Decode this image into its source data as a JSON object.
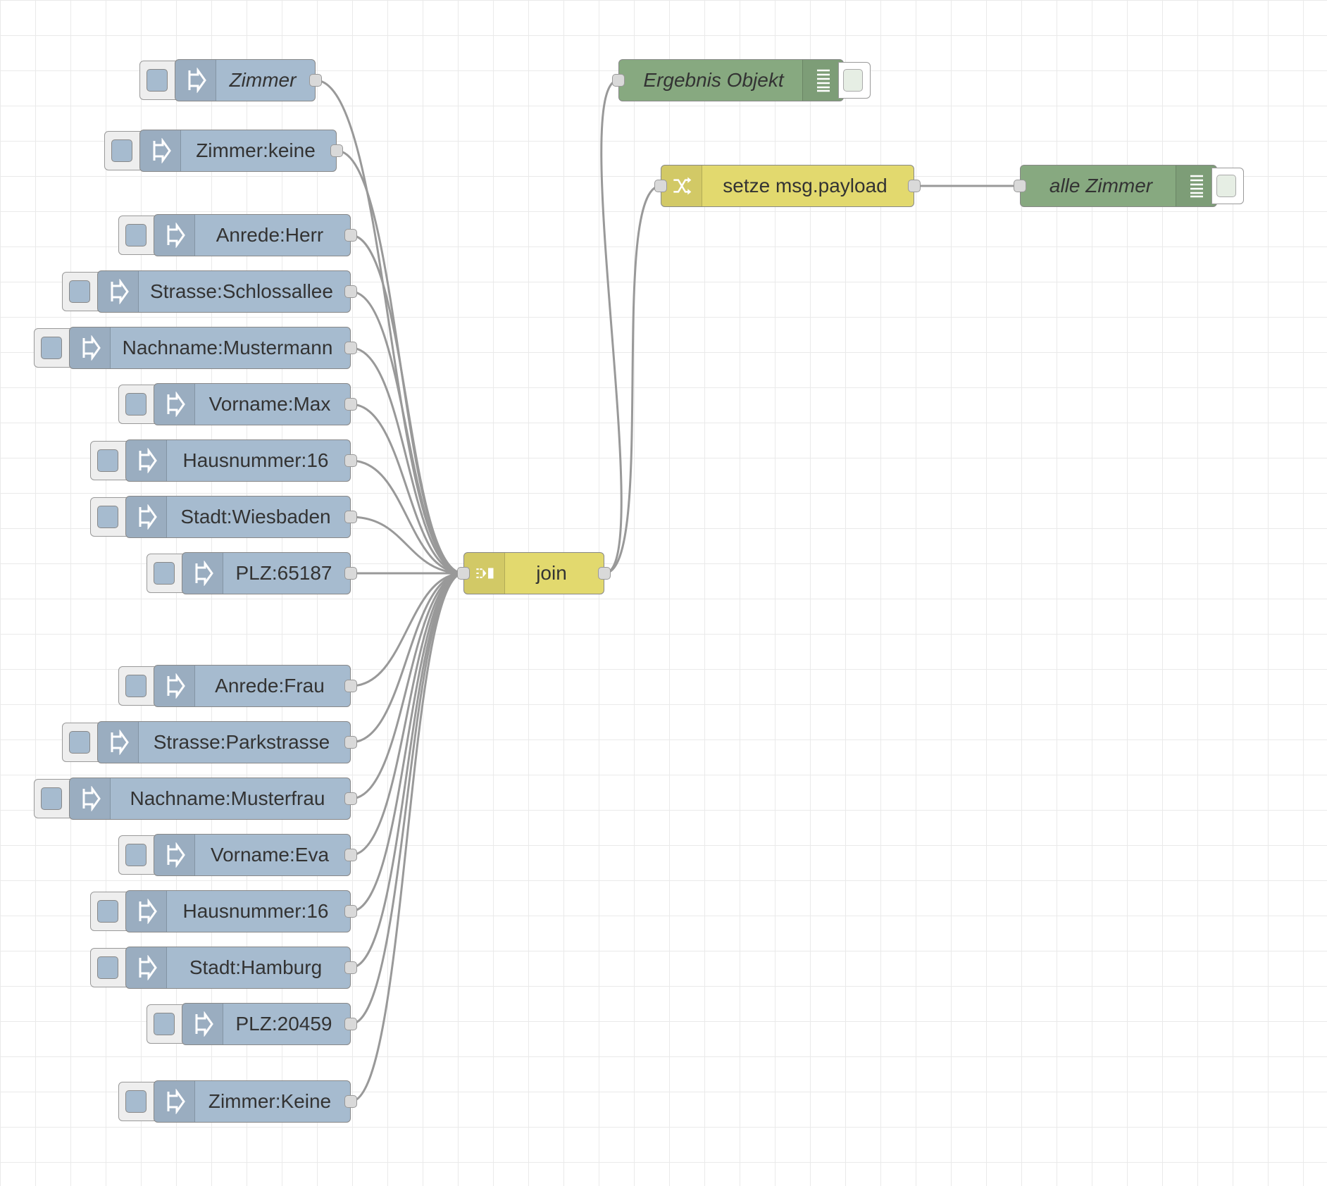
{
  "flow": {
    "inject_nodes": [
      {
        "label": "Zimmer",
        "italic": true
      },
      {
        "label": "Zimmer:keine",
        "italic": false
      },
      {
        "label": "Anrede:Herr",
        "italic": false
      },
      {
        "label": "Strasse:Schlossallee",
        "italic": false
      },
      {
        "label": "Nachname:Mustermann",
        "italic": false
      },
      {
        "label": "Vorname:Max",
        "italic": false
      },
      {
        "label": "Hausnummer:16",
        "italic": false
      },
      {
        "label": "Stadt:Wiesbaden",
        "italic": false
      },
      {
        "label": "PLZ:65187",
        "italic": false
      },
      {
        "label": "Anrede:Frau",
        "italic": false
      },
      {
        "label": "Strasse:Parkstrasse",
        "italic": false
      },
      {
        "label": "Nachname:Musterfrau",
        "italic": false
      },
      {
        "label": "Vorname:Eva",
        "italic": false
      },
      {
        "label": "Hausnummer:16",
        "italic": false
      },
      {
        "label": "Stadt:Hamburg",
        "italic": false
      },
      {
        "label": "PLZ:20459",
        "italic": false
      },
      {
        "label": "Zimmer:Keine",
        "italic": false
      }
    ],
    "join_node": {
      "label": "join"
    },
    "change_node": {
      "label": "setze msg.payload"
    },
    "debug_nodes": [
      {
        "label": "Ergebnis Objekt"
      },
      {
        "label": "alle Zimmer"
      }
    ]
  },
  "colors": {
    "inject": "#a6bbcf",
    "join": "#e2d96e",
    "change": "#e2d96e",
    "debug": "#87a980",
    "wire": "#999999",
    "grid": "#eaeaea"
  },
  "icons": {
    "inject": "arrow-in-icon",
    "join": "join-icon",
    "change": "shuffle-icon",
    "debug": "debug-list-icon"
  }
}
